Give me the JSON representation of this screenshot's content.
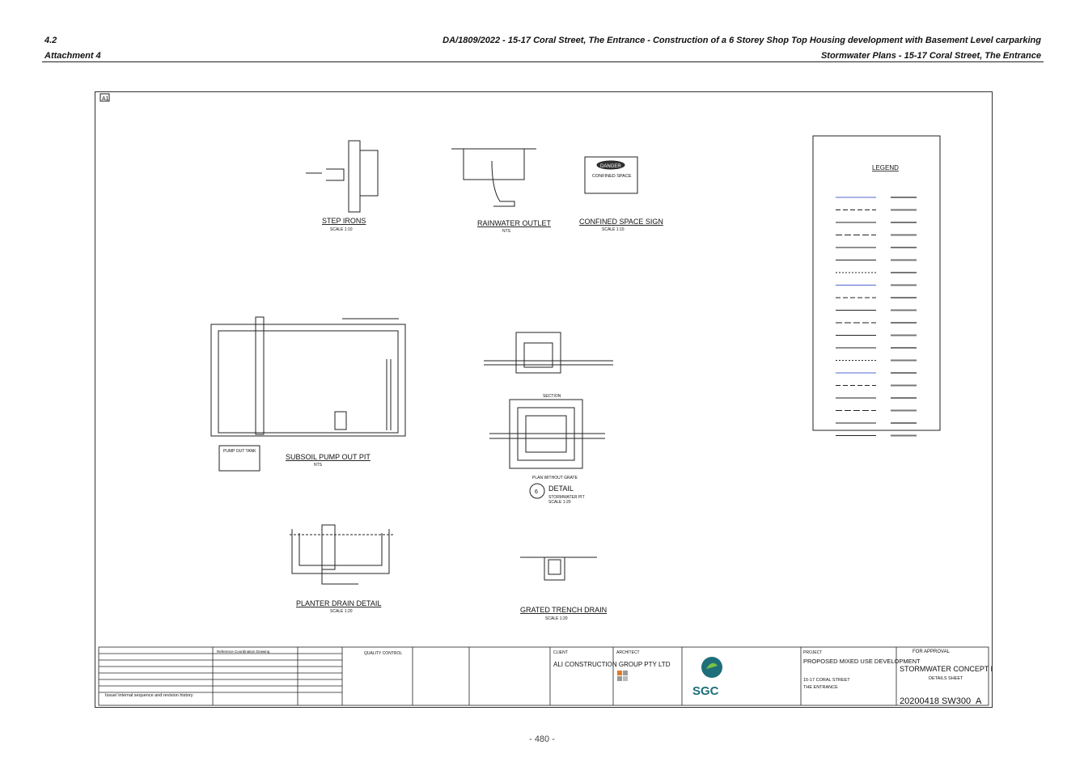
{
  "header": {
    "item_no": "4.2",
    "attachment": "Attachment 4",
    "title": "DA/1809/2022 - 15-17 Coral Street, The Entrance - Construction of a 6 Storey Shop Top Housing development with Basement Level carparking",
    "subtitle": "Stormwater Plans - 15-17 Coral Street, The Entrance"
  },
  "sheet": {
    "size_tag": "A1",
    "details": {
      "step_irons": {
        "title": "STEP IRONS",
        "scale": "SCALE 1:10"
      },
      "rainwater_outlet": {
        "title": "RAINWATER OUTLET",
        "scale": "NTS"
      },
      "confined_space": {
        "title": "CONFINED SPACE SIGN",
        "scale": "SCALE 1:10",
        "sign_danger": "DANGER",
        "sign_text": "CONFINED SPACE"
      },
      "subsoil_pit": {
        "title": "SUBSOIL PUMP OUT PIT",
        "scale": "NTS",
        "tank_label": "PUMP OUT TANK"
      },
      "stormwater_pit": {
        "section": "SECTION",
        "plan": "PLAN WITHOUT GRATE",
        "detail_no": "6",
        "detail": "DETAIL",
        "detail_sub": "STORMWATER PIT",
        "scale": "SCALE 1:20"
      },
      "planter_drain": {
        "title": "PLANTER DRAIN DETAIL",
        "scale": "SCALE 1:20"
      },
      "trench_drain": {
        "title": "GRATED TRENCH DRAIN",
        "scale": "SCALE 1:20"
      }
    },
    "legend": {
      "title": "LEGEND"
    },
    "title_block": {
      "client_label": "CLIENT",
      "client": "ALI CONSTRUCTION GROUP PTY LTD",
      "architect_label": "ARCHITECT",
      "consultant_logo": "SGC",
      "project_label": "PROJECT",
      "project": "PROPOSED MIXED USE DEVELOPMENT",
      "address1": "15-17 CORAL STREET",
      "address2": "THE ENTRANCE",
      "status": "FOR APPROVAL",
      "drawing_title": "STORMWATER CONCEPT DESIGN",
      "drawing_sub": "DETAILS SHEET",
      "project_no": "20200418",
      "drawing_no": "SW300",
      "revision": "A",
      "qc_title": "QUALITY CONTROL",
      "revision_history": "Issue/ internal sequence and revision history",
      "ref_drawing": "Reference Coordination Drawing"
    }
  },
  "footer": {
    "page": "- 480 -"
  }
}
